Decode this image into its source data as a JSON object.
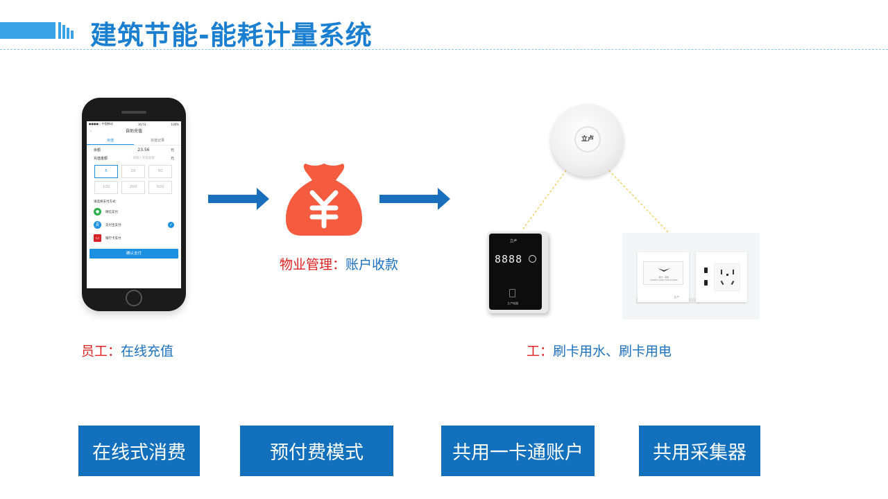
{
  "header": {
    "title": "建筑节能-能耗计量系统"
  },
  "phone_screen": {
    "status_left": "●●●●○ 中国移动 ",
    "status_time": "16:53",
    "status_right": "100%",
    "title": "自助充值",
    "tabs": [
      "充值",
      "充值记录"
    ],
    "balance_label": "余额",
    "balance_value": "23.56",
    "balance_unit": "元",
    "amount_label": "充值金额",
    "amount_placeholder": "请输入充值金额",
    "amount_unit": "元",
    "amount_options": [
      "5",
      "20",
      "50",
      "100",
      "200",
      "500"
    ],
    "pay_method_title": "请选择支付方式",
    "pay_methods": [
      "微信支付",
      "支付宝支付",
      "银行卡支付"
    ],
    "confirm_label": "确认支付"
  },
  "gateway": {
    "brand": "立卢"
  },
  "card_reader": {
    "brand": "立卢",
    "digits": "8888",
    "footer": "立卢电器"
  },
  "switch_panel": {
    "card_text": "插卡 · 取电",
    "card_subtext": "INSERT CARD FOR POWER",
    "brand": "立卢"
  },
  "labels": {
    "property": {
      "role": "物业管理：",
      "action": "账户收款"
    },
    "employee": {
      "role": "员工：",
      "action": "在线充值"
    },
    "worker": {
      "role": "工：",
      "action": "刷卡用水、刷卡用电"
    }
  },
  "features": [
    "在线式消费",
    "预付费模式",
    "共用一卡通账户",
    "共用采集器"
  ],
  "colors": {
    "title": "#1b7fd1",
    "arrow": "#1a6fbd",
    "money_bag": "#f45b3f",
    "role_red": "#e02020",
    "action_blue": "#1b6fbf",
    "feature_bg": "#1270bd"
  }
}
